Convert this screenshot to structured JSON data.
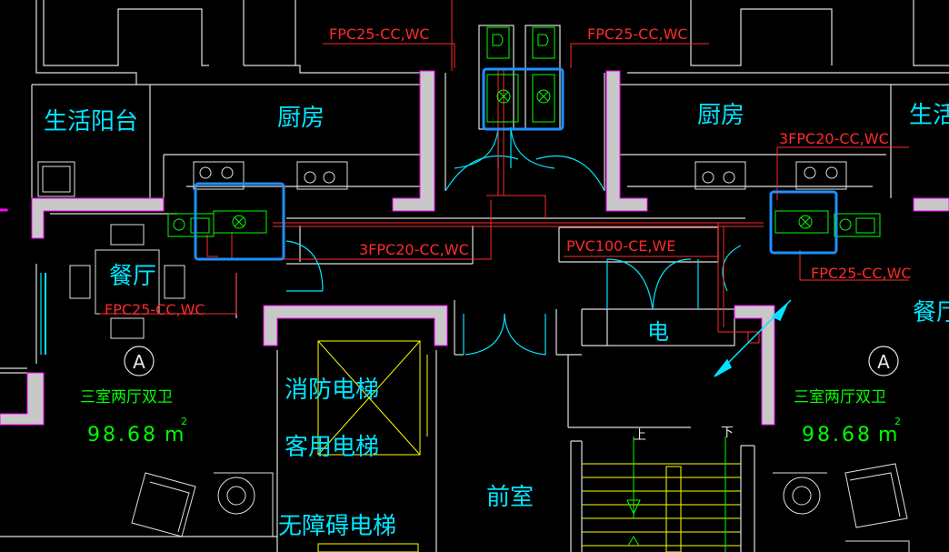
{
  "rooms": {
    "balcony_left": "生活阳台",
    "kitchen_left": "厨房",
    "kitchen_right": "厨房",
    "balcony_right": "生活",
    "dining_left": "餐厅",
    "dining_right": "餐厅",
    "electric": "电",
    "fire_elevator": "消防电梯",
    "passenger_elevator": "客用电梯",
    "accessible_elevator": "无障碍电梯",
    "lobby": "前室",
    "stair_up": "上",
    "stair_down": "下"
  },
  "pipes": {
    "fpc25_top_left": "FPC25-CC,WC",
    "fpc25_top_right": "FPC25-CC,WC",
    "fpc20_3_right": "3FPC20-CC,WC",
    "fpc20_3_center": "3FPC20-CC,WC",
    "pvc100": "PVC100-CE,WE",
    "fpc25_left": "FPC25-CC,WC",
    "fpc25_right": "FPC25-CC,WC"
  },
  "units": {
    "left": {
      "marker": "A",
      "type": "三室两厅双卫",
      "area": "98.68",
      "unit": "m",
      "sup": "2"
    },
    "right": {
      "marker": "A",
      "type": "三室两厅双卫",
      "area": "98.68",
      "unit": "m",
      "sup": "2"
    }
  },
  "colors": {
    "wall": "#c8c8c8",
    "outline": "#ffffff",
    "cyan": "#00e5ff",
    "red": "#ff2a2a",
    "green": "#00ff00",
    "magenta": "#ff00ff",
    "yellow": "#ffff00",
    "highlight": "#1e90ff"
  }
}
